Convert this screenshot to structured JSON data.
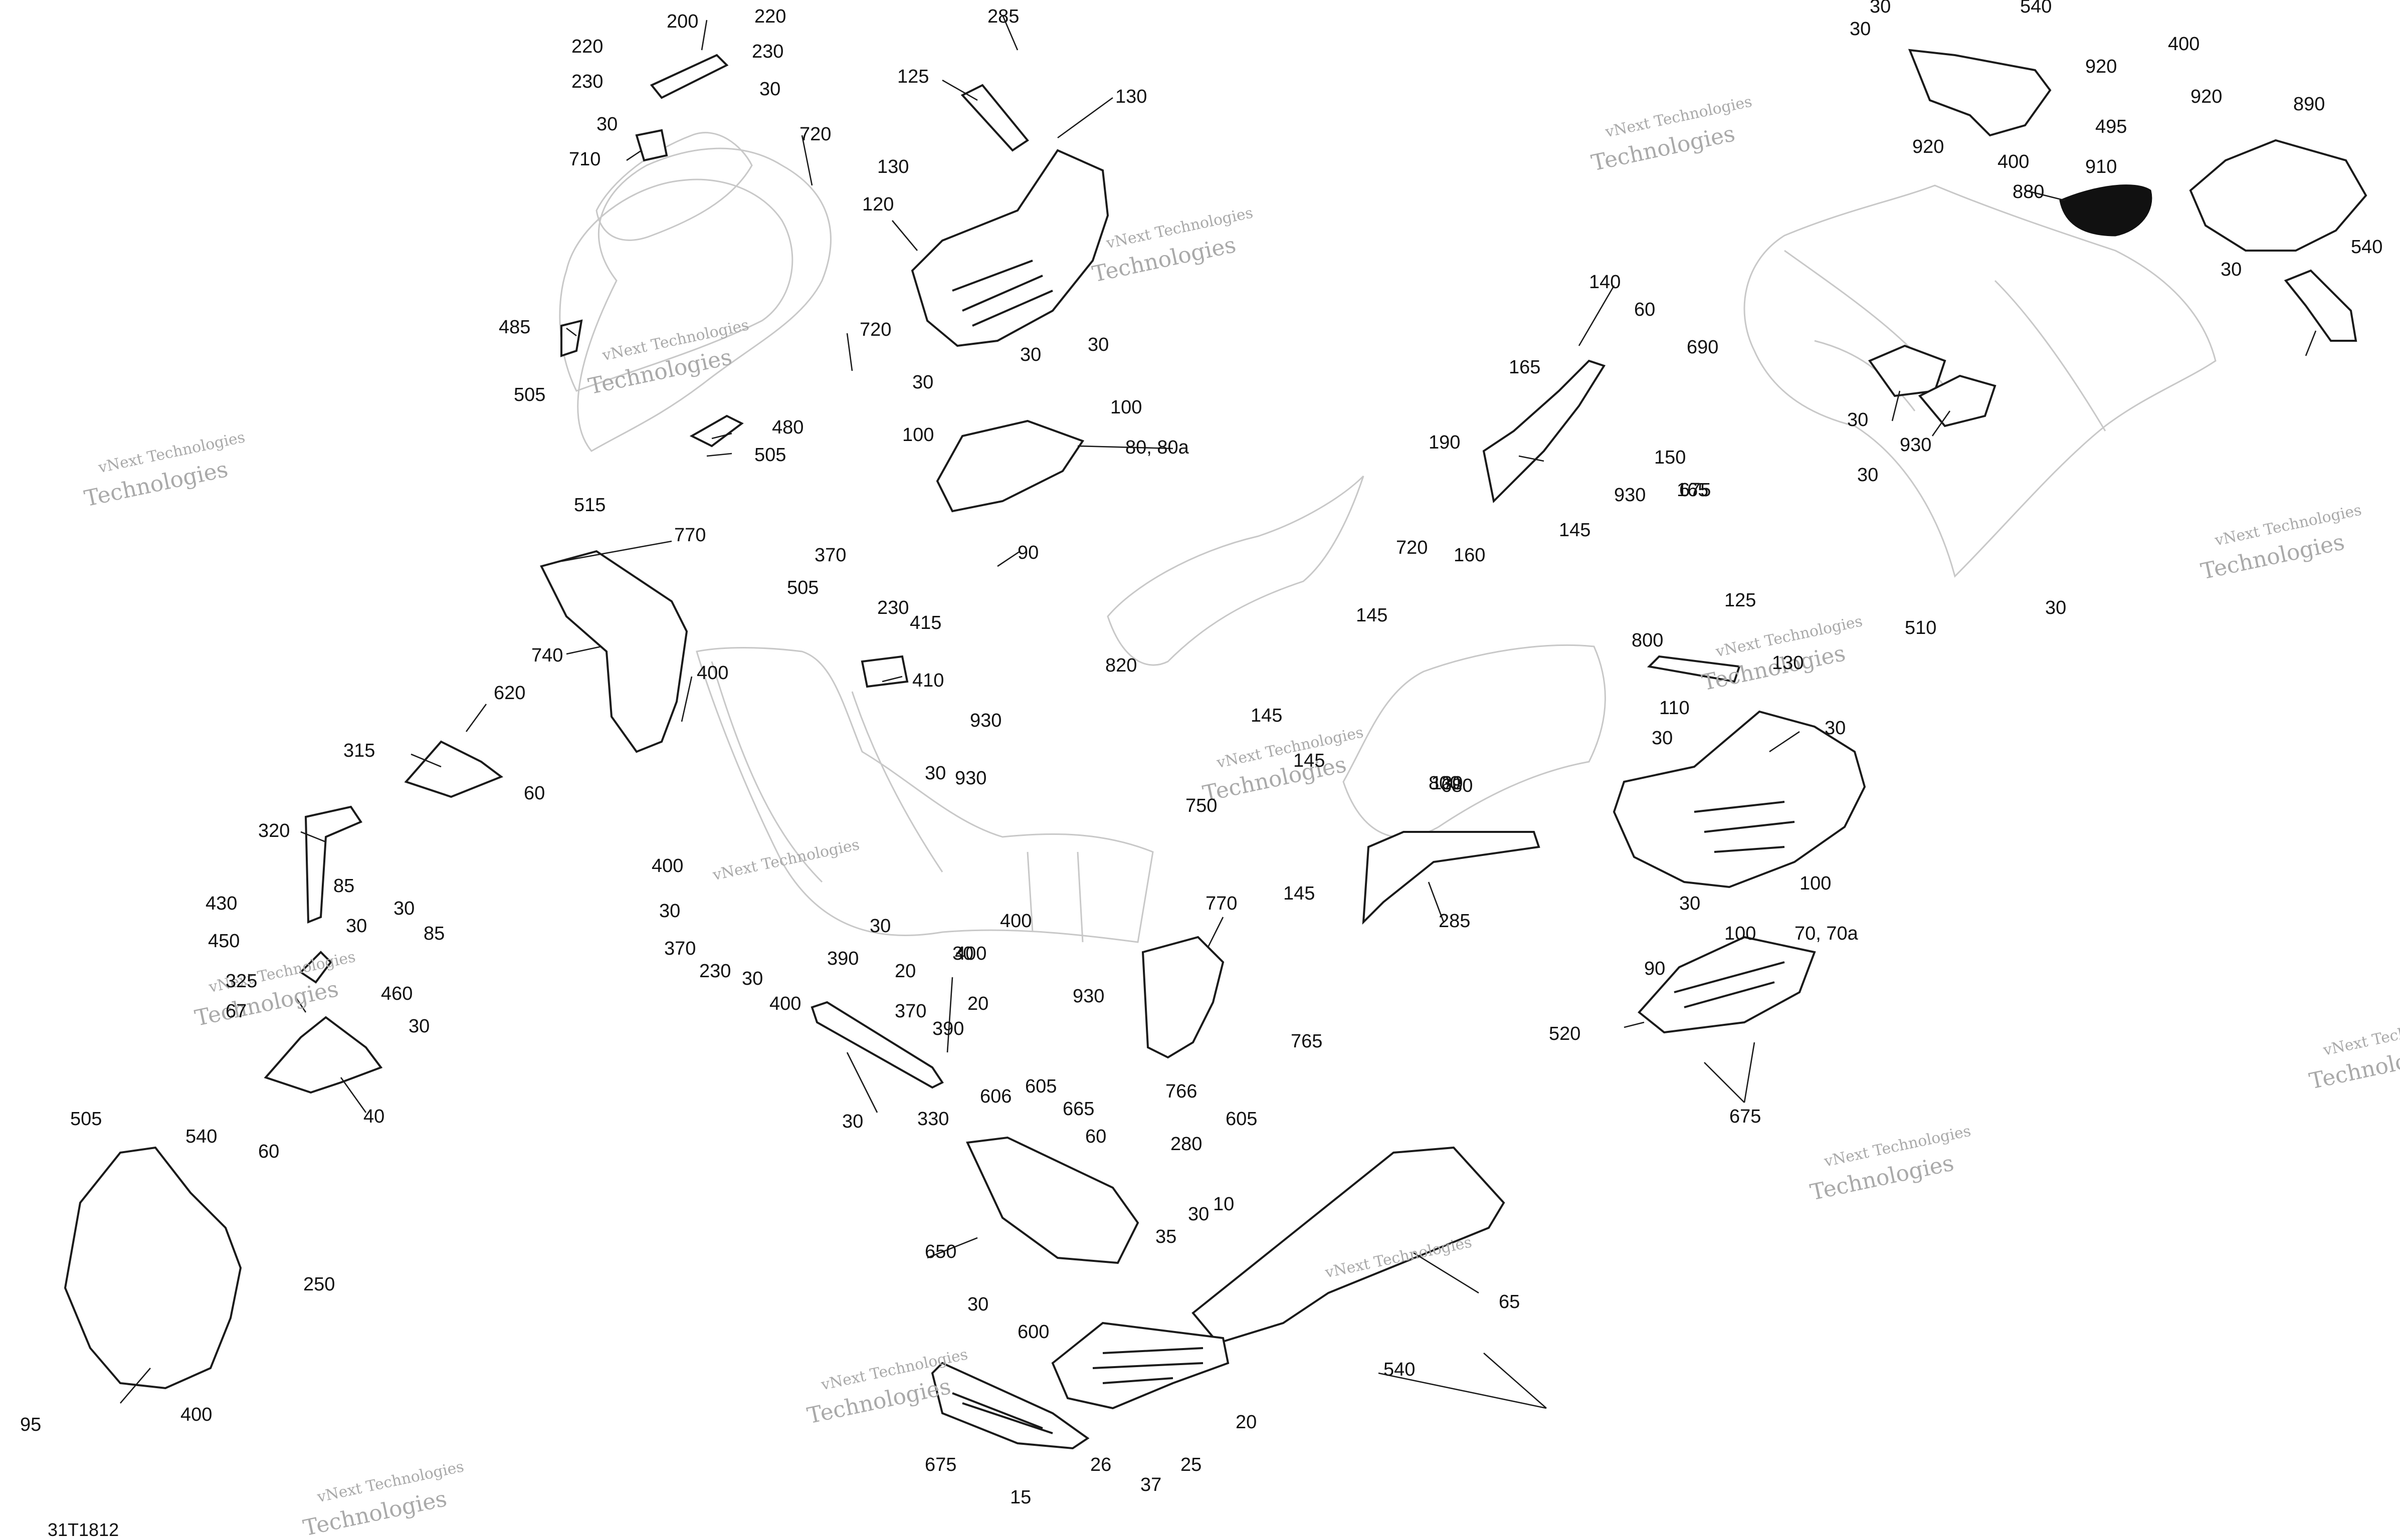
{
  "figure_id": "31T1812",
  "watermark": {
    "line1": "vNext Technologies",
    "line2": "vNext",
    "line3": "Technologies"
  },
  "callouts": [
    "285",
    "125",
    "130",
    "130",
    "120",
    "200",
    "220",
    "220",
    "230",
    "230",
    "30",
    "30",
    "720",
    "710",
    "485",
    "505",
    "505",
    "480",
    "515",
    "720",
    "30",
    "30",
    "30",
    "100",
    "100",
    "80, 80a",
    "90",
    "770",
    "740",
    "400",
    "505",
    "370",
    "230",
    "415",
    "410",
    "620",
    "315",
    "60",
    "320",
    "30",
    "85",
    "30",
    "85",
    "430",
    "450",
    "325",
    "67",
    "460",
    "30",
    "40",
    "60",
    "930",
    "30",
    "930",
    "400",
    "30",
    "370",
    "230",
    "30",
    "30",
    "400",
    "390",
    "20",
    "370",
    "390",
    "20",
    "30",
    "330",
    "400",
    "30",
    "400",
    "930",
    "750",
    "770",
    "765",
    "766",
    "605",
    "606",
    "605",
    "665",
    "60",
    "280",
    "650",
    "30",
    "35",
    "30",
    "10",
    "65",
    "600",
    "675",
    "15",
    "26",
    "37",
    "25",
    "20",
    "540",
    "505",
    "540",
    "250",
    "400",
    "95",
    "140",
    "60",
    "690",
    "165",
    "190",
    "150",
    "930",
    "165",
    "160",
    "145",
    "720",
    "145",
    "820",
    "145",
    "145",
    "800",
    "800",
    "680",
    "145",
    "285",
    "130",
    "125",
    "130",
    "110",
    "30",
    "30",
    "30",
    "100",
    "100",
    "70, 70a",
    "90",
    "520",
    "675",
    "30",
    "540",
    "30",
    "920",
    "400",
    "920",
    "400",
    "920",
    "495",
    "910",
    "890",
    "880",
    "30",
    "930",
    "30",
    "675",
    "510",
    "30",
    "540",
    "30"
  ]
}
